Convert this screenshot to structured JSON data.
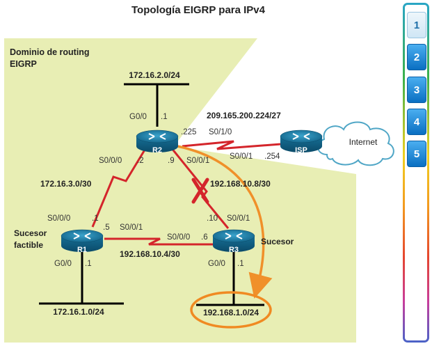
{
  "title": "Topología EIGRP para IPv4",
  "domain_label": [
    "Dominio de routing",
    "EIGRP"
  ],
  "routers": {
    "r1": "R1",
    "r2": "R2",
    "r3": "R3",
    "isp": "ISP"
  },
  "cloud": "Internet",
  "networks": {
    "lan_r2": "172.16.2.0/24",
    "wan_isp": "209.165.200.224/27",
    "r1_r2": "172.16.3.0/30",
    "r2_r3": "192.168.10.8/30",
    "r1_r3": "192.168.10.4/30",
    "lan_r1": "172.16.1.0/24",
    "lan_r3": "192.168.1.0/24"
  },
  "labels": {
    "r2_g00": "G0/0",
    "r2_g00_ip": ".1",
    "r2_225": ".225",
    "r2_s010": "S0/1/0",
    "isp_s001": "S0/0/1",
    "isp_254": ".254",
    "r2_s000": "S0/0/0",
    "r2_2": ".2",
    "r2_9": ".9",
    "r2_s001": "S0/0/1",
    "r1_s000": "S0/0/0",
    "r1_1": ".1",
    "r1_5": ".5",
    "r1_s001": "S0/0/1",
    "r3_s000": "S0/0/0",
    "r3_6": ".6",
    "r3_10": ".10",
    "r3_s001": "S0/0/1",
    "r1_g00": "G0/0",
    "r1_g00_ip": ".1",
    "r3_g00": "G0/0",
    "r3_g00_ip": ".1"
  },
  "roles": {
    "feasible_successor": [
      "Sucesor",
      "factible"
    ],
    "successor": "Sucesor"
  },
  "nav": [
    "1",
    "2",
    "3",
    "4",
    "5"
  ],
  "colors": {
    "domain_fill": "#e8eeb4",
    "router": "#1f7fa6",
    "serial_link": "#d4252b",
    "path_arrow": "#f0902a",
    "highlight_ring": "#f08a22"
  }
}
